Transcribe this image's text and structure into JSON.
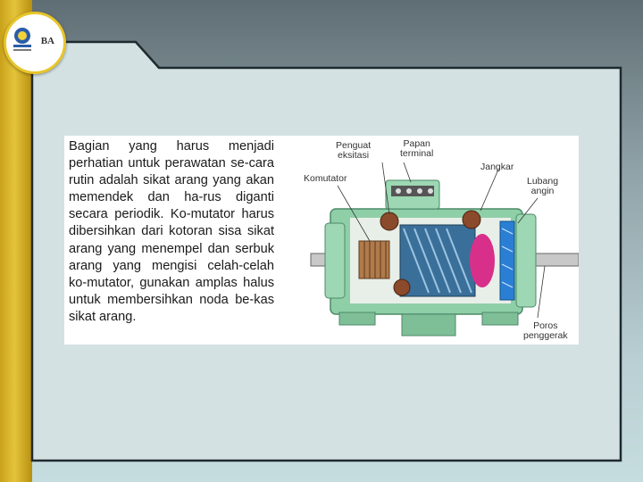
{
  "logo": {
    "initials": "BA"
  },
  "body_text": "Bagian yang harus menjadi perhatian untuk perawatan se-cara rutin adalah sikat arang yang akan memendek dan ha-rus diganti secara periodik. Ko-mutator harus dibersihkan dari kotoran sisa sikat arang yang menempel dan serbuk arang yang mengisi celah-celah ko-mutator, gunakan amplas halus untuk membersihkan noda be-kas sikat arang.",
  "figure": {
    "labels": {
      "penguat": "Penguat",
      "eksitasi": "eksitasi",
      "papan": "Papan",
      "terminal": "terminal",
      "jangkar": "Jangkar",
      "komutator": "Komutator",
      "lubang": "Lubang",
      "angin": "angin",
      "poros": "Poros",
      "penggerak": "penggerak"
    },
    "colors": {
      "housing": "#8fcfa8",
      "housing_dark": "#5ea37e",
      "armature": "#3a6f9a",
      "field_coil": "#8b4a2b",
      "winding": "#d8308a",
      "fan": "#2a7fd4"
    }
  }
}
